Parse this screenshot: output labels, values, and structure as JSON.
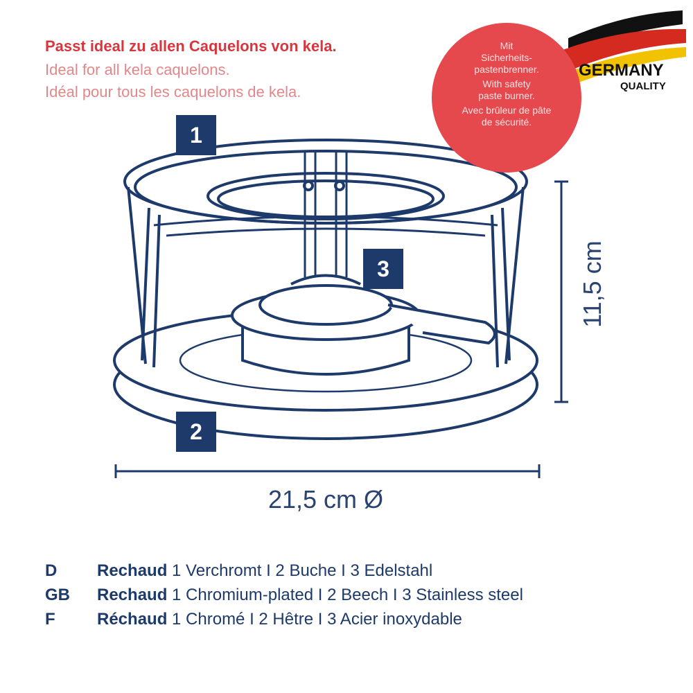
{
  "headline": {
    "de": "Passt ideal zu allen Caquelons von kela.",
    "en": "Ideal for all kela caquelons.",
    "fr": "Idéal pour tous les caquelons de kela."
  },
  "badge_circle": {
    "lines": [
      "Mit",
      "Sicherheits-",
      "pastenbrenner.",
      "With safety",
      "paste burner.",
      "Avec brûleur de pâte",
      "de sécurité."
    ],
    "color": "#e5484d"
  },
  "germany_logo": {
    "word": "GERMANY",
    "sub": "QUALITY",
    "colors": [
      "#111111",
      "#d42a1f",
      "#f2c200"
    ]
  },
  "callouts": [
    "1",
    "2",
    "3"
  ],
  "dimensions": {
    "height": "11,5 cm",
    "diameter": "21,5 cm Ø"
  },
  "legend": [
    {
      "lang": "D",
      "product": "Rechaud",
      "parts": "1 Verchromt I 2 Buche I 3 Edelstahl"
    },
    {
      "lang": "GB",
      "product": "Rechaud",
      "parts": "1 Chromium-plated I 2 Beech I 3 Stainless steel"
    },
    {
      "lang": "F",
      "product": "Réchaud",
      "parts": "1 Chromé I 2 Hêtre I 3 Acier inoxydable"
    }
  ],
  "colors": {
    "navy": "#1d3a6b",
    "red": "#d9353d"
  }
}
